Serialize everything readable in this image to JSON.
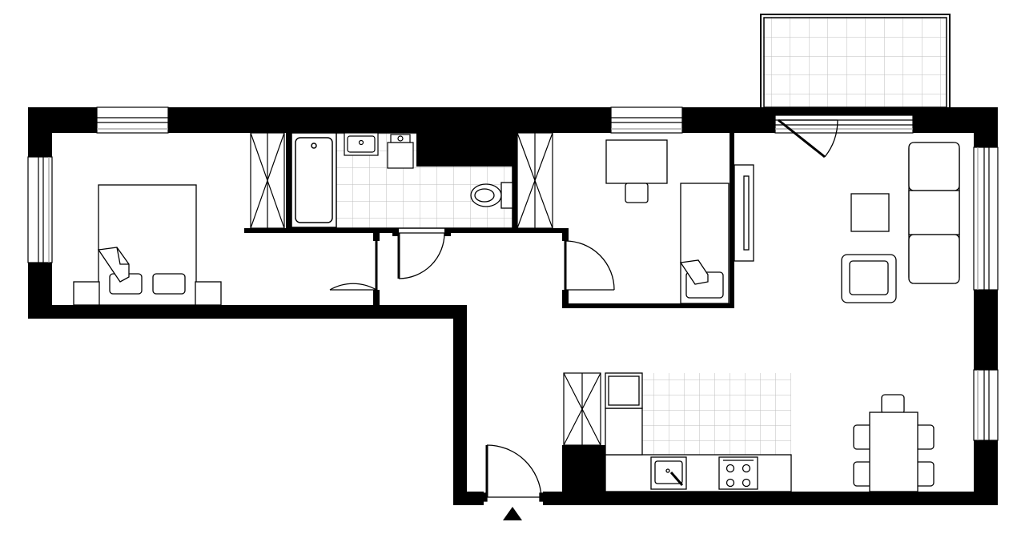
{
  "floor_plan": {
    "colors": {
      "wall": "#000000",
      "floor": "#ffffff",
      "line": "#000000",
      "tile": "#bdbdbd",
      "window_pane": "#9a9a9a"
    },
    "rooms": [
      {
        "id": "bedroom",
        "furniture": [
          "double-bed",
          "nightstand",
          "nightstand",
          "wardrobe"
        ]
      },
      {
        "id": "bathroom",
        "furniture": [
          "bathtub",
          "washbasin",
          "washing-machine",
          "toilet",
          "tiled-floor"
        ]
      },
      {
        "id": "children-room",
        "furniture": [
          "desk",
          "desk-chair",
          "single-bed",
          "wardrobe"
        ]
      },
      {
        "id": "living-room",
        "furniture": [
          "sofa",
          "armchair",
          "coffee-table",
          "tv-cabinet",
          "dining-table",
          "dining-chairs"
        ]
      },
      {
        "id": "kitchen",
        "furniture": [
          "counter",
          "sink",
          "hob",
          "fridge",
          "tiled-backsplash"
        ]
      },
      {
        "id": "balcony",
        "furniture": [
          "tiled-floor"
        ]
      },
      {
        "id": "hallway",
        "furniture": [
          "wardrobe"
        ]
      }
    ],
    "entrance_icon": "entrance-arrow-icon"
  }
}
